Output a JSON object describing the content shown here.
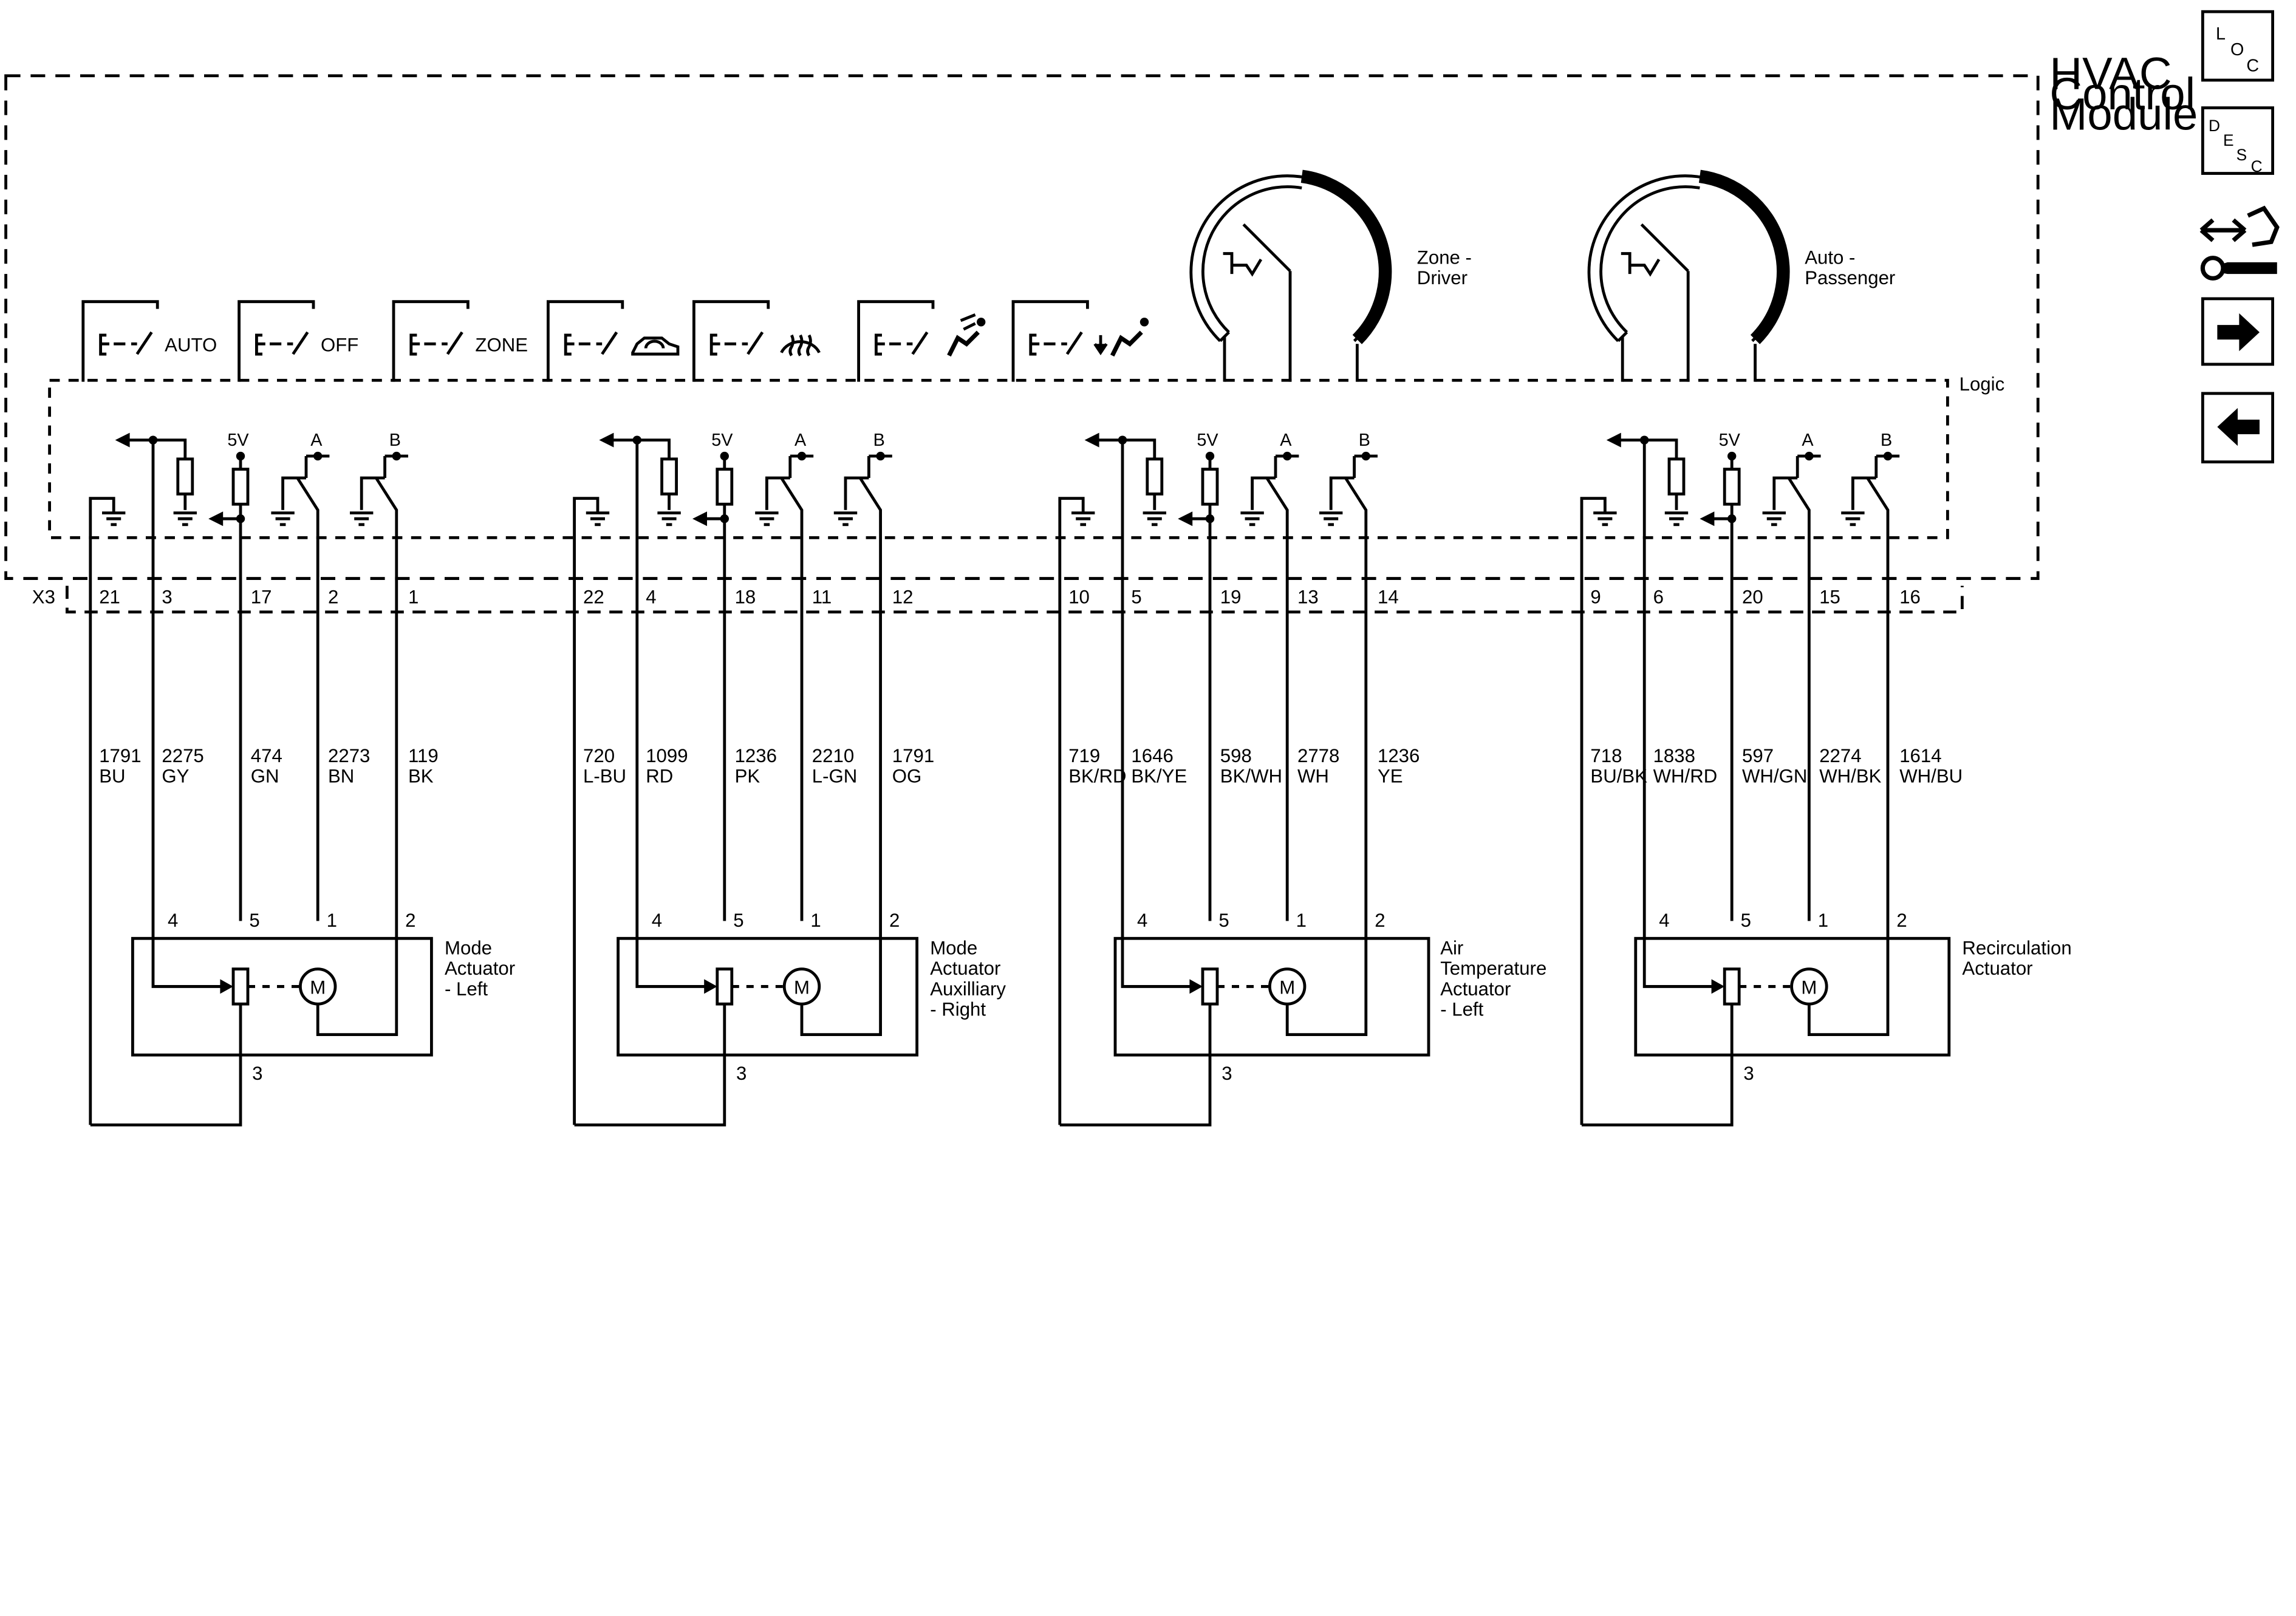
{
  "module": {
    "name_lines": [
      "HVAC",
      "Control",
      "Module"
    ],
    "logic_label": "Logic",
    "connector": "X3"
  },
  "switches": [
    "AUTO",
    "OFF",
    "ZONE",
    "",
    "",
    "",
    ""
  ],
  "switch_icons": [
    "",
    "",
    "",
    "recirculation-car-icon",
    "defrost-icon",
    "vent-airflow-icon",
    "floor-airflow-icon"
  ],
  "knobs": [
    {
      "label_lines": [
        "Zone -",
        "Driver"
      ]
    },
    {
      "label_lines": [
        "Auto -",
        "Passenger"
      ]
    }
  ],
  "signals": {
    "ref": "5V",
    "a": "A",
    "b": "B"
  },
  "groups": [
    {
      "pins": [
        "21",
        "3",
        "17",
        "2",
        "1"
      ],
      "wires": [
        {
          "circuit": "1791",
          "color": "BU"
        },
        {
          "circuit": "2275",
          "color": "GY"
        },
        {
          "circuit": "474",
          "color": "GN"
        },
        {
          "circuit": "2273",
          "color": "BN"
        },
        {
          "circuit": "119",
          "color": "BK"
        }
      ],
      "actuator_pins": [
        "4",
        "5",
        "1",
        "2",
        "3"
      ],
      "actuator_label": [
        "Mode",
        "Actuator",
        "- Left"
      ]
    },
    {
      "pins": [
        "22",
        "4",
        "18",
        "11",
        "12"
      ],
      "wires": [
        {
          "circuit": "720",
          "color": "L-BU"
        },
        {
          "circuit": "1099",
          "color": "RD"
        },
        {
          "circuit": "1236",
          "color": "PK"
        },
        {
          "circuit": "2210",
          "color": "L-GN"
        },
        {
          "circuit": "1791",
          "color": "OG"
        }
      ],
      "actuator_pins": [
        "4",
        "5",
        "1",
        "2",
        "3"
      ],
      "actuator_label": [
        "Mode",
        "Actuator",
        "Auxilliary",
        "- Right"
      ]
    },
    {
      "pins": [
        "10",
        "5",
        "19",
        "13",
        "14"
      ],
      "wires": [
        {
          "circuit": "719",
          "color": "BK/RD"
        },
        {
          "circuit": "1646",
          "color": "BK/YE"
        },
        {
          "circuit": "598",
          "color": "BK/WH"
        },
        {
          "circuit": "2778",
          "color": "WH"
        },
        {
          "circuit": "1236",
          "color": "YE"
        }
      ],
      "actuator_pins": [
        "4",
        "5",
        "1",
        "2",
        "3"
      ],
      "actuator_label": [
        "Air",
        "Temperature",
        "Actuator",
        "- Left"
      ]
    },
    {
      "pins": [
        "9",
        "6",
        "20",
        "15",
        "16"
      ],
      "wires": [
        {
          "circuit": "718",
          "color": "BU/BK"
        },
        {
          "circuit": "1838",
          "color": "WH/RD"
        },
        {
          "circuit": "597",
          "color": "WH/GN"
        },
        {
          "circuit": "2274",
          "color": "WH/BK"
        },
        {
          "circuit": "1614",
          "color": "WH/BU"
        }
      ],
      "actuator_pins": [
        "4",
        "5",
        "1",
        "2",
        "3"
      ],
      "actuator_label": [
        "Recirculation",
        "Actuator"
      ]
    }
  ],
  "motor_symbol": "M",
  "nav": {
    "loc": {
      "letters": [
        "L",
        "O",
        "C"
      ]
    },
    "desc": {
      "letters": [
        "D",
        "E",
        "S",
        "C"
      ]
    },
    "icons": [
      "connector-tool-icon",
      "arrow-right-icon",
      "arrow-left-icon"
    ]
  }
}
